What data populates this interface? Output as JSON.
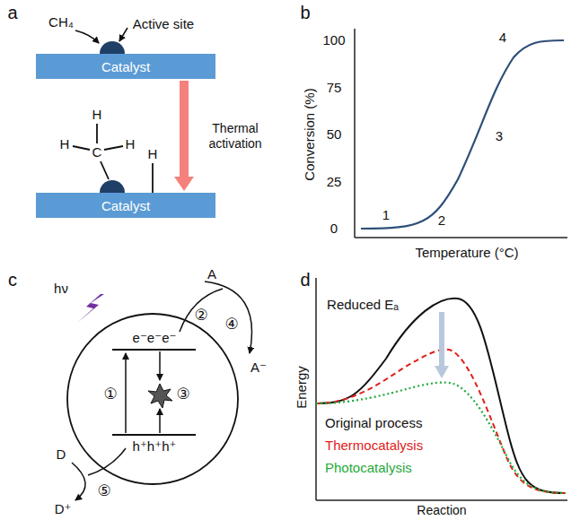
{
  "diagram": {
    "nodes": [
      {
        "text": [
          "Catalyst"
        ]
      },
      {
        "text": [
          "Catalyst"
        ]
      }
    ],
    "edges": [
      {
        "from": 0,
        "to": 1,
        "arrow": "to",
        "label": "Thermal activation"
      }
    ],
    "labels": [
      "a",
      "CH₄",
      "Active site",
      "H",
      "H",
      "H",
      "C",
      "H",
      "b",
      "100",
      "75",
      "50",
      "25",
      "0",
      "1",
      "2",
      "3",
      "4",
      "Conversion (%)",
      "Temperature (°C)",
      "c",
      "hν",
      "e⁻e⁻e⁻",
      "h⁺h⁺h⁺",
      "①",
      "②",
      "③",
      "④",
      "⑤",
      "A",
      "A⁻",
      "D",
      "D⁺",
      "d",
      "Reduced Eₐ",
      "Energy",
      "Reaction",
      "Original process",
      "Thermocatalysis",
      "Photocatalysis"
    ]
  }
}
